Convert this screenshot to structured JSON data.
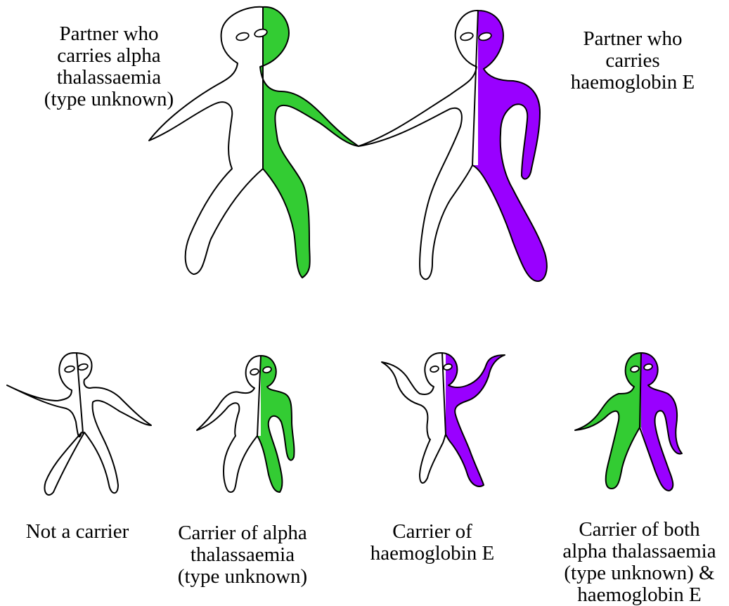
{
  "colors": {
    "alpha_thalassaemia": "#33cc33",
    "haemoglobin_e": "#9900ff",
    "non_carrier": "#ffffff",
    "outline": "#000000"
  },
  "parents": {
    "left": {
      "label_lines": [
        "Partner who",
        "carries alpha",
        "thalassaemia",
        "(type unknown)"
      ],
      "left_half": "non_carrier",
      "right_half": "alpha_thalassaemia"
    },
    "right": {
      "label_lines": [
        "Partner who",
        "carries",
        "haemoglobin E"
      ],
      "left_half": "non_carrier",
      "right_half": "haemoglobin_e"
    }
  },
  "children": [
    {
      "label_lines": [
        "Not a carrier"
      ],
      "left_half": "non_carrier",
      "right_half": "non_carrier"
    },
    {
      "label_lines": [
        "Carrier of alpha",
        "thalassaemia",
        "(type unknown)"
      ],
      "left_half": "non_carrier",
      "right_half": "alpha_thalassaemia"
    },
    {
      "label_lines": [
        "Carrier of",
        "haemoglobin E"
      ],
      "left_half": "non_carrier",
      "right_half": "haemoglobin_e"
    },
    {
      "label_lines": [
        "Carrier of both",
        "alpha thalassaemia",
        "(type unknown) &",
        "haemoglobin E"
      ],
      "left_half": "alpha_thalassaemia",
      "right_half": "haemoglobin_e"
    }
  ]
}
